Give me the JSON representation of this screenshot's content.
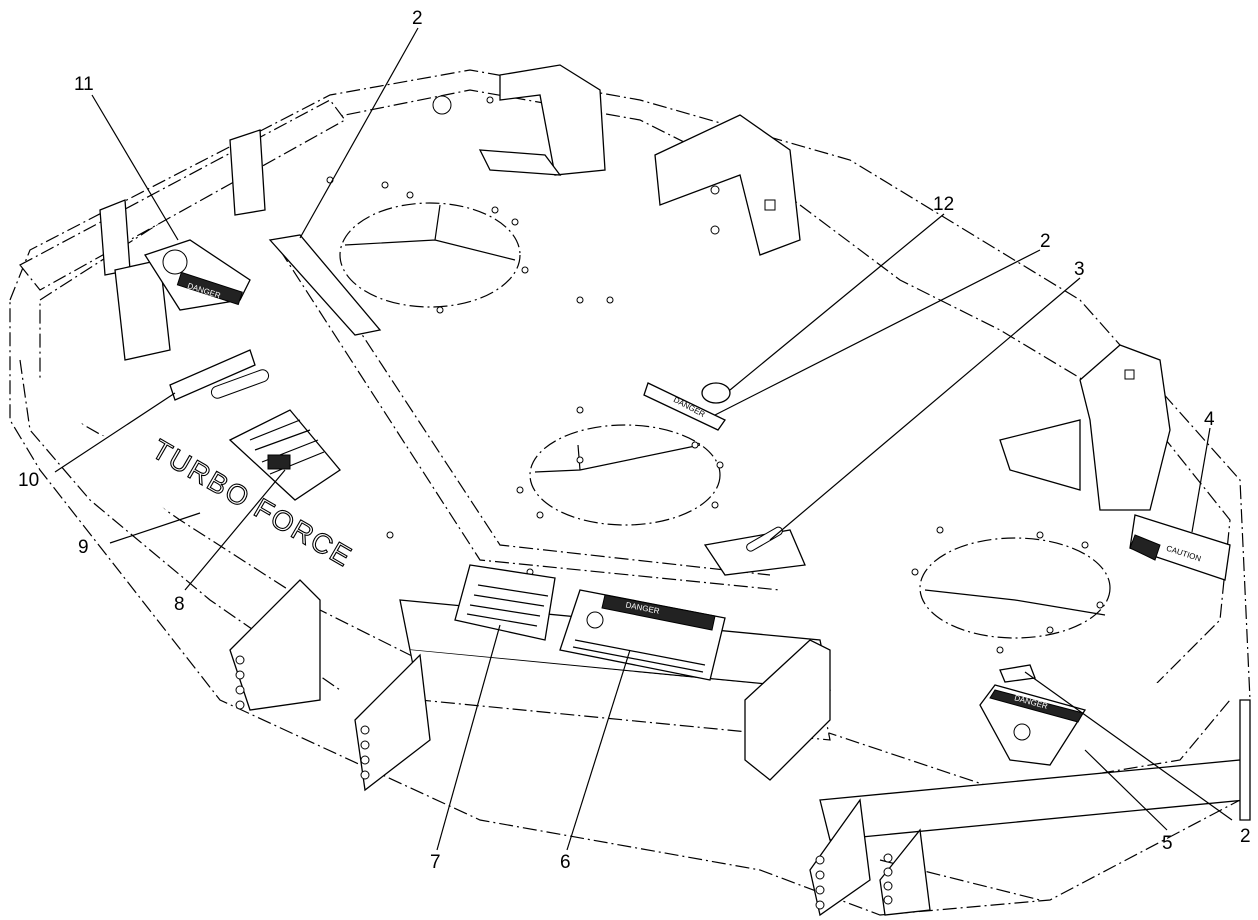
{
  "callouts": [
    {
      "id": "c1",
      "label": "2"
    },
    {
      "id": "c2",
      "label": "11"
    },
    {
      "id": "c3",
      "label": "12"
    },
    {
      "id": "c4",
      "label": "2"
    },
    {
      "id": "c5",
      "label": "3"
    },
    {
      "id": "c6",
      "label": "4"
    },
    {
      "id": "c7",
      "label": "10"
    },
    {
      "id": "c8",
      "label": "9"
    },
    {
      "id": "c9",
      "label": "8"
    },
    {
      "id": "c10",
      "label": "7"
    },
    {
      "id": "c11",
      "label": "6"
    },
    {
      "id": "c12",
      "label": "5"
    },
    {
      "id": "c13",
      "label": "2"
    }
  ],
  "decals": {
    "danger_small": "DANGER",
    "danger_main": "DANGER",
    "danger_chevron": "DANGER",
    "caution": "CAUTION",
    "danger_11": "DANGER",
    "brand": "TURBO FORCE"
  }
}
